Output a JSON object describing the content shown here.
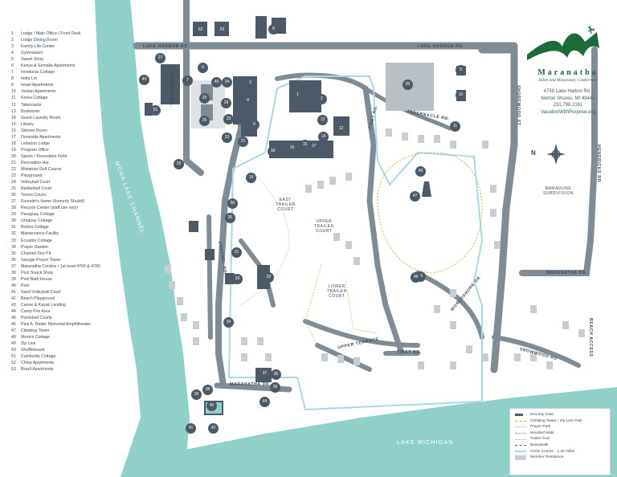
{
  "title_brand": {
    "name": "Maranatha",
    "tagline": "Bible and Missionary Conference",
    "address_line1": "4759 Lake Harbor Rd.,",
    "address_line2": "Norton Shores, MI 49441",
    "phone": "231.798.2161",
    "website": "VacationWithPurpose.org"
  },
  "colors": {
    "water": "#8fd0c9",
    "road": "#7f8c96",
    "building": "#4b5a66",
    "brand_green": "#1e6b3a",
    "circle_course": "#a9d9e6"
  },
  "locations": [
    {
      "num": "1",
      "name": "Lodge / Main Office / Front Desk"
    },
    {
      "num": "2",
      "name": "Lodge Dining Room"
    },
    {
      "num": "3",
      "name": "Family Life Center"
    },
    {
      "num": "4",
      "name": "Gymnasium"
    },
    {
      "num": "5",
      "name": "Sweet Shop"
    },
    {
      "num": "6",
      "name": "Kenya & Somalia Apartments"
    },
    {
      "num": "7",
      "name": "Honduras Cottage"
    },
    {
      "num": "8",
      "name": "India Lot"
    },
    {
      "num": "9",
      "name": "Israel Apartments"
    },
    {
      "num": "10",
      "name": "Jordan Apartments"
    },
    {
      "num": "11",
      "name": "Korea Cottage"
    },
    {
      "num": "12",
      "name": "Tabernacle"
    },
    {
      "num": "13",
      "name": "Bookstore"
    },
    {
      "num": "14",
      "name": "Guest Laundry Room"
    },
    {
      "num": "15",
      "name": "Library"
    },
    {
      "num": "16",
      "name": "Skinner Room"
    },
    {
      "num": "17",
      "name": "Duneside Apartments"
    },
    {
      "num": "18",
      "name": "Lebanon Lodge"
    },
    {
      "num": "19",
      "name": "Program Office"
    },
    {
      "num": "20",
      "name": "Sports / Recreation Field"
    },
    {
      "num": "21",
      "name": "Recreation Hut"
    },
    {
      "num": "22",
      "name": "Miniature Golf Course"
    },
    {
      "num": "23",
      "name": "Playground"
    },
    {
      "num": "24",
      "name": "Volleyball Court"
    },
    {
      "num": "25",
      "name": "Basketball Court"
    },
    {
      "num": "26",
      "name": "Tennis Courts"
    },
    {
      "num": "27",
      "name": "Founder's Home (formerly Shufelt)"
    },
    {
      "num": "28",
      "name": "Recycle Center (staff use only)"
    },
    {
      "num": "29",
      "name": "Paraguay Cottage"
    },
    {
      "num": "30",
      "name": "Uruguay Cottage"
    },
    {
      "num": "31",
      "name": "Bolivia Cottage"
    },
    {
      "num": "32",
      "name": "Maintenance Facility"
    },
    {
      "num": "33",
      "name": "Ecuador Cottage"
    },
    {
      "num": "34",
      "name": "Prayer Garden"
    },
    {
      "num": "35",
      "name": "Channel Fire Pit"
    },
    {
      "num": "36",
      "name": "Savage Prayer Tower"
    },
    {
      "num": "37",
      "name": "Maranatha Condos • 1st level 4760 & 4780"
    },
    {
      "num": "38",
      "name": "Pool Snack Shop"
    },
    {
      "num": "39",
      "name": "Pool Bath House"
    },
    {
      "num": "40",
      "name": "Pool"
    },
    {
      "num": "41",
      "name": "Sand Volleyball Court"
    },
    {
      "num": "42",
      "name": "Beach Playground"
    },
    {
      "num": "43",
      "name": "Canoe & Kayak Landing"
    },
    {
      "num": "44",
      "name": "Camp Fire Area"
    },
    {
      "num": "45",
      "name": "Pickleball Courts"
    },
    {
      "num": "46",
      "name": "Paul A. Rader Memorial Amphitheater"
    },
    {
      "num": "47",
      "name": "Climbing Tower"
    },
    {
      "num": "48",
      "name": "Mexico Cottage"
    },
    {
      "num": "49",
      "name": "Zip Line"
    },
    {
      "num": "50",
      "name": "Shuffleboard"
    },
    {
      "num": "51",
      "name": "Cambodia Cottage"
    },
    {
      "num": "52",
      "name": "China Apartments"
    },
    {
      "num": "53",
      "name": "Brazil Apartments"
    }
  ],
  "map_labels": {
    "lake_harbor_w": "LAKE HARBOR RD.",
    "lake_harbor_e": "LAKE HARBOR RD.",
    "channel_rd_n": "CHANNEL RD.",
    "channel_rd_s": "CHANNEL RD.",
    "tabernacle_rd": "TABERNACLE RD.",
    "tibet_rd_n": "TIBET RD.",
    "tibet_rd_s": "TIBET RD.",
    "shorewood_st": "SHOREWOOD ST",
    "hendricks_rd": "HENDRICKS RD",
    "maranatha_dr_w": "MARANATHA DR.",
    "maranatha_dr_e": "MARANATHA DR.",
    "upper_terrace": "UPPER TERRACE",
    "snowwood_rd": "SNOWWOOD RD",
    "beach_access": "BEACH ACCESS",
    "shore_dr": "WORLDSHORE DR",
    "mona_lake_channel": "MONA LAKE CHANNEL",
    "lake_michigan": "LAKE MICHIGAN",
    "east_trailer": "EAST\nTRAILER\nCOURT",
    "upper_trailer": "UPPER\nTRAILER\nCOURT",
    "lower_trailer": "LOWER\nTRAILER\nCOURT",
    "maradune": "MARADUNE\nSUBDIVISION",
    "compass_n": "N"
  },
  "map_markers": [
    "1",
    "2",
    "3",
    "4",
    "5",
    "6",
    "7",
    "8",
    "9",
    "10",
    "11",
    "12",
    "13",
    "14",
    "15",
    "16",
    "17",
    "18",
    "19",
    "20",
    "21",
    "22",
    "23",
    "24",
    "25",
    "26",
    "27",
    "28",
    "29",
    "30",
    "31",
    "32",
    "33",
    "34",
    "35",
    "36",
    "37",
    "38",
    "39",
    "40",
    "41",
    "42",
    "43",
    "44",
    "45",
    "46",
    "47",
    "48",
    "49",
    "50",
    "51",
    "52",
    "53"
  ],
  "map_key": [
    {
      "label": "Security Gate",
      "color": "#4b5a66",
      "style": "gate"
    },
    {
      "label": "Climbing Tower / Zip Line Path",
      "color": "#d9b04a",
      "style": "dashed"
    },
    {
      "label": "Prayer Path",
      "color": "#8ec1d6",
      "style": "dotted"
    },
    {
      "label": "Wooded Walk",
      "color": "#7f8c96",
      "style": "dotted"
    },
    {
      "label": "Trailer Trail",
      "color": "#d9b04a",
      "style": "dotted"
    },
    {
      "label": "Boardwalk",
      "color": "#4b5a66",
      "style": "dashdot"
    },
    {
      "label": "Circle Course - 1.25 miles",
      "color": "#a9d9e6",
      "style": "solid"
    },
    {
      "label": "Member Residence",
      "color": "#c7cdd2",
      "style": "box"
    }
  ]
}
